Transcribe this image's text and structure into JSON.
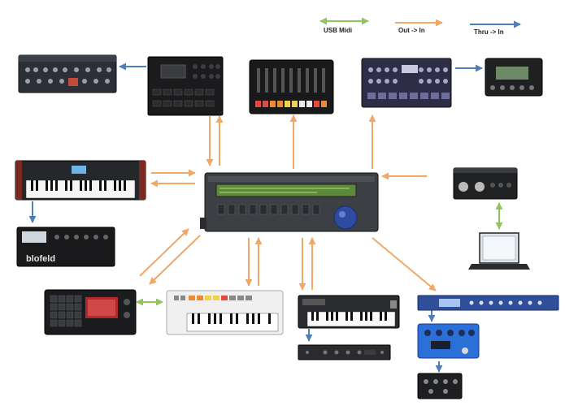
{
  "colors": {
    "usb_midi": "#92c35f",
    "out_in": "#f0a868",
    "thru_in": "#4f7fb8"
  },
  "legend": {
    "usb_midi": "USB Midi",
    "out_in": "Out -> In",
    "thru_in": "Thru -> In"
  }
}
